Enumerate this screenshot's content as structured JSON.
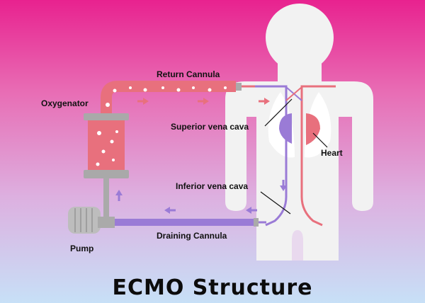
{
  "title": "ECMO Structure",
  "labels": {
    "return_cannula": "Return Cannula",
    "oxygenator": "Oxygenator",
    "superior_vena_cava": "Superior vena cava",
    "heart": "Heart",
    "inferior_vena_cava": "Inferior vena cava",
    "pump": "Pump",
    "draining_cannula": "Draining Cannula"
  },
  "colors": {
    "return_flow": "#e8707d",
    "drain_flow": "#9a7bd6",
    "body": "#f2f2f2",
    "lungs": "#ffffff",
    "pump": "#bdbdbd",
    "oxygenator_body": "#e8707d",
    "oxygenator_caps": "#a9a9a9"
  }
}
